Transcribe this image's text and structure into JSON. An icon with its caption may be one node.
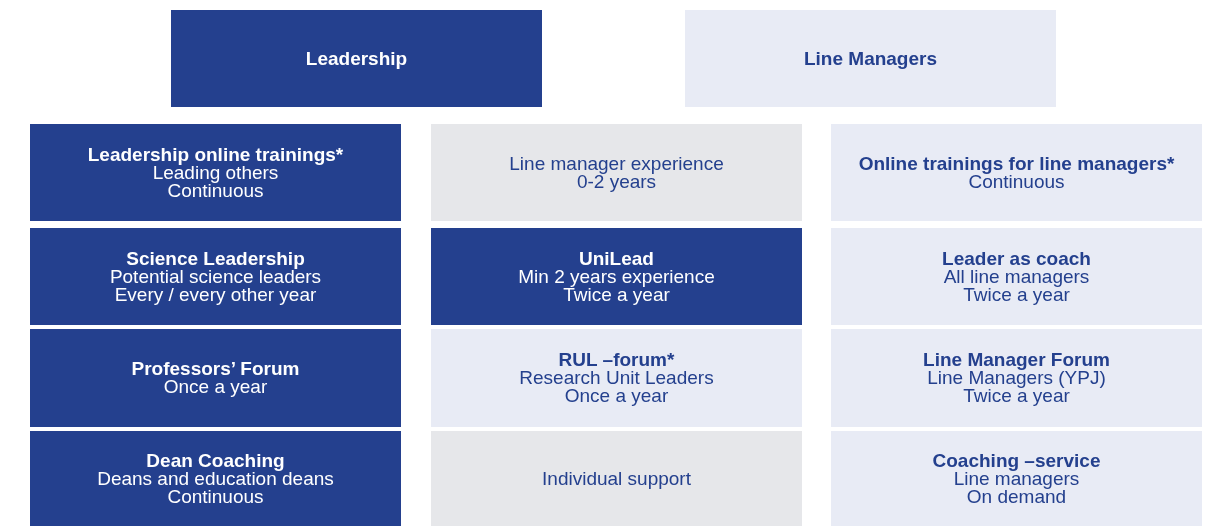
{
  "diagram": {
    "nodes": [
      {
        "text": [
          "Leadership"
        ]
      },
      {
        "text": [
          "Line Managers"
        ]
      },
      {
        "text": [
          "Leadership online trainings*",
          "Leading others",
          "Continuous"
        ]
      },
      {
        "text": [
          "Line manager experience",
          "0-2 years"
        ]
      },
      {
        "text": [
          "Online trainings for line managers*",
          "Continuous"
        ]
      },
      {
        "text": [
          "Science Leadership",
          "Potential science leaders",
          "Every / every other year"
        ]
      },
      {
        "text": [
          "UniLead",
          "Min 2 years experience",
          "Twice a year"
        ]
      },
      {
        "text": [
          "Leader as coach",
          "All line managers",
          "Twice a year"
        ]
      },
      {
        "text": [
          "Professors’ Forum",
          "Once a year"
        ]
      },
      {
        "text": [
          "RUL –forum*",
          "Research Unit Leaders",
          "Once a year"
        ]
      },
      {
        "text": [
          "Line Manager Forum",
          "Line Managers (YPJ)",
          "Twice a year"
        ]
      },
      {
        "text": [
          "Dean Coaching",
          "Deans and education deans",
          "Continuous"
        ]
      },
      {
        "text": [
          "Individual support"
        ]
      },
      {
        "text": [
          "Coaching –service",
          "Line managers",
          "On demand"
        ]
      }
    ]
  }
}
